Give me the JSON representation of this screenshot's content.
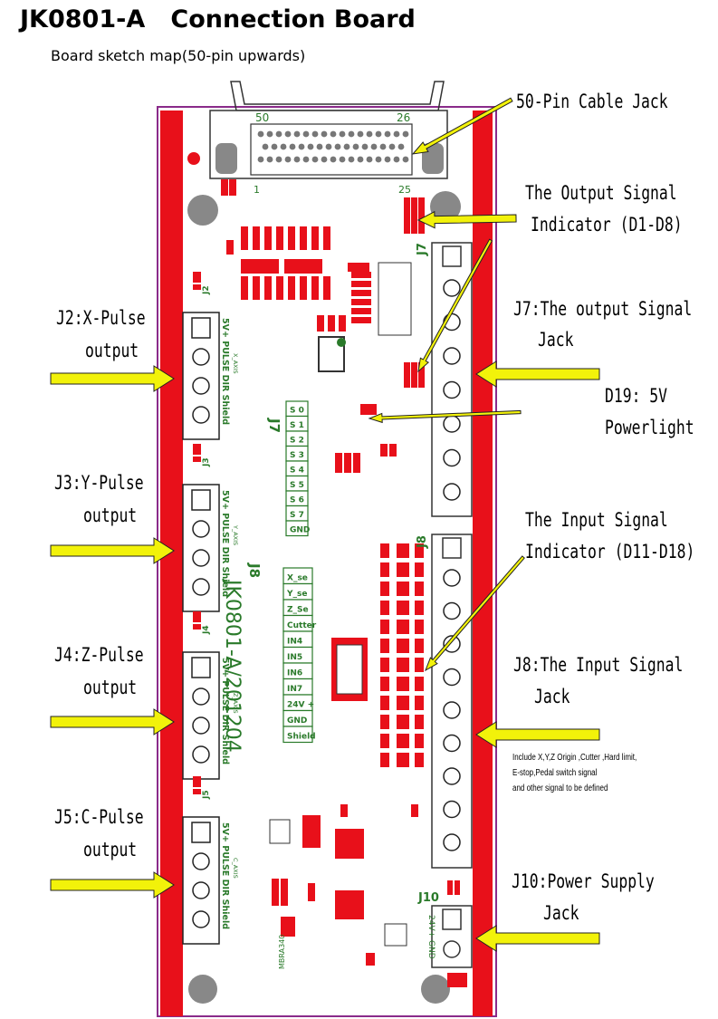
{
  "header": {
    "title": "JK0801-A   Connection Board",
    "subtitle": "Board sketch map(50-pin upwards)"
  },
  "callouts": {
    "cable_jack": "50-Pin Cable Jack",
    "output_indicator_1": "The Output Signal",
    "output_indicator_2": "Indicator (D1-D8)",
    "j7_output_1": "J7:The output Signal",
    "j7_output_2": "Jack",
    "d19_1": "D19: 5V",
    "d19_2": "Powerlight",
    "input_indicator_1": "The Input Signal",
    "input_indicator_2": "Indicator (D11-D18)",
    "j8_input_1": "J8:The Input Signal",
    "j8_input_2": "Jack",
    "j8_note_1": "Include X,Y,Z Origin ,Cutter ,Hard limit,",
    "j8_note_2": "E-stop,Pedal switch signal",
    "j8_note_3": "and other signal to be defined",
    "j10_1": "J10:Power Supply",
    "j10_2": "Jack",
    "j2_1": "J2:X-Pulse",
    "j2_2": "output",
    "j3_1": "J3:Y-Pulse",
    "j3_2": "output",
    "j4_1": "J4:Z-Pulse",
    "j4_2": "output",
    "j5_1": "J5:C-Pulse",
    "j5_2": "output"
  },
  "board": {
    "model": "JK0801-A/201204",
    "pin_50": "50",
    "pin_26": "26",
    "pin_1": "1",
    "pin_25": "25",
    "j7_label": "J7",
    "j8_label": "J8",
    "j7_silk_label": "J7",
    "j8_silk_label": "J8",
    "j10_label": "J10",
    "j10_pins": "24V+ GND",
    "j7_table": [
      "S 0",
      "S 1",
      "S 2",
      "S 3",
      "S 4",
      "S 5",
      "S 6",
      "S 7",
      "GND"
    ],
    "j8_table": [
      "X_se",
      "Y_se",
      "Z_Se",
      "Cutter",
      "IN4",
      "IN5",
      "IN6",
      "IN7",
      "24V +",
      "GND",
      "Shield"
    ],
    "pulse_connectors": [
      {
        "label": "J2",
        "axis": "X_AXIS",
        "pins": "5V+  PULSE  DIR  Shield"
      },
      {
        "label": "J3",
        "axis": "Y_AXIS",
        "pins": "5V+  PULSE  DIR  Shield"
      },
      {
        "label": "J4",
        "axis": "Z_AXIS",
        "pins": "5V+  PULSE  DIR  Shield"
      },
      {
        "label": "J5",
        "axis": "C_AXIS",
        "pins": "5V+  PULSE  DIR  Shield"
      }
    ],
    "bottom_part": "MBRA340"
  },
  "colors": {
    "pcb_red": "#e8101a",
    "silk": "#2a7a2a",
    "board": "#ffffff",
    "arrow": "#f2f20a",
    "connector_outline": "#222222"
  }
}
